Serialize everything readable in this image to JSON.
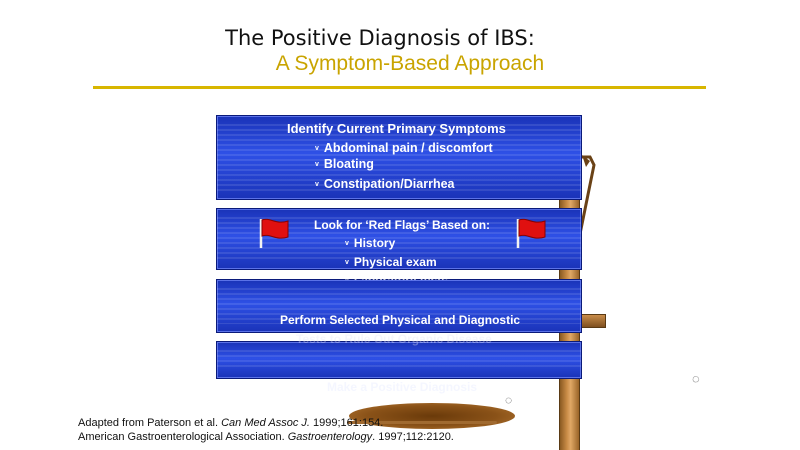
{
  "title": {
    "line1": "The Positive Diagnosis of IBS:",
    "line2": "A Symptom-Based Approach"
  },
  "boards": {
    "board1": {
      "header": "Identify Current Primary Symptoms",
      "items": [
        "Abdominal pain / discomfort",
        "Bloating",
        "Constipation/Diarrhea"
      ]
    },
    "board2": {
      "header": "Look for ‘Red Flags’ Based on:",
      "items": [
        "History",
        "Physical exam",
        "Laboratory tests"
      ]
    },
    "board3": {
      "header": "Perform Selected Physical and Diagnostic",
      "header_line2": "Tests to Rule Out Organic Disease"
    },
    "board4": {
      "header": "Make a Positive Diagnosis"
    }
  },
  "bullet_glyph": "v",
  "icons": {
    "flag": "red-flag-icon"
  },
  "colors": {
    "title_accent": "#c9a400",
    "board_blue": "#2e50e6",
    "flag_red": "#e01010",
    "post_wood": "#c78a45"
  },
  "footer": {
    "line1_pre": "Adapted from Paterson et al. ",
    "line1_journal": "Can Med Assoc J.",
    "line1_post": " 1999;161:154.",
    "line2_pre": "American Gastroenterological Association. ",
    "line2_journal": "Gastroenterology",
    "line2_post": ". 1997;112:2120."
  }
}
